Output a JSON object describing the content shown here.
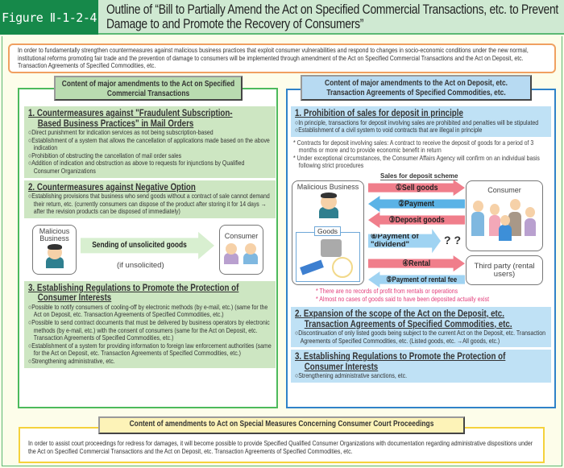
{
  "header": {
    "figure_label": "Figure Ⅱ-1-2-4",
    "title": "Outline of “Bill to Partially Amend the Act on Specified Commercial Transactions, etc. to Prevent Damage to and Promote the Recovery of Consumers”"
  },
  "intro": "In order to fundamentally strengthen countermeasures against malicious business practices that exploit consumer vulnerabilities and respond to changes in socio-economic conditions under the new normal, institutional reforms promoting fair trade and the prevention of damage to consumers will be implemented through amendment of the Act on Specified Commercial Transactions and the Act on Deposit, etc. Transaction Agreements of Specified Commodities, etc.",
  "left": {
    "label": "Content of major amendments to the Act on Specified Commercial Transactions",
    "sections": [
      {
        "heading_1": "1. Countermeasures against \"Fraudulent Subscription-",
        "heading_2": "Based Business Practices\" in Mail Orders",
        "items": [
          "○Direct punishment for indication services as not being subscription-based",
          "○Establishment of a system that allows the cancellation of applications made based on the above indication",
          "○Prohibition of obstructing the cancellation of mail order sales",
          "○Addition of indication  and obstruction as above to requests for injunctions by Qualified Consumer Organizations"
        ]
      },
      {
        "heading_1": "2. Countermeasures against Negative Option",
        "items": [
          "○Establishing provisions that business  who send goods without a contract of sale cannot demand their return, etc. (currently consumers can dispose of the product after storing it for 14 days → after the revision products can be disposed of immediately)"
        ]
      },
      {
        "heading_1": "3. Establishing Regulations to Promote the Protection of",
        "heading_2": "Consumer Interests",
        "items": [
          "○Possible to notify consumers of cooling-off  by electronic methods  (by e-mail, etc.) (same for the Act on Deposit, etc. Transaction Agreements of Specified Commodities, etc.)",
          "○Possible to send contract documents that must be delivered by business operators by electronic methods (by e-mail, etc.) with the consent of consumers (same for the Act on Deposit, etc. Transaction Agreements of Specified Commodities, etc.)",
          "○Establishment of a system for providing information to foreign law enforcement authorities (same for the Act on Deposit, etc. Transaction Agreements of Specified Commodities, etc.)",
          "○Strengthening administrative, etc."
        ]
      }
    ],
    "diagram": {
      "business": "Malicious Business",
      "consumer": "Consumer",
      "arrow": "Sending of unsolicited goods",
      "note": "(if unsolicited)"
    }
  },
  "right": {
    "label": "Content of major amendments to the Act on Deposit, etc. Transaction Agreements of Specified Commodities, etc.",
    "sections": [
      {
        "heading_1": "1. Prohibition of sales for deposit in principle",
        "items": [
          "○In principle, transactions for deposit involving sales are prohibited and penalties will be stipulated",
          "○Establishment of a civil system to void contracts that are illegal in principle"
        ]
      },
      {
        "heading_1": "2. Expansion of the scope of the Act on the Deposit, etc.",
        "heading_2": "Transaction Agreements of Specified Commodities, etc.",
        "items": [
          "○Discontinuation of only listed goods being subject to the current Act on the Deposit, etc. Transaction Agreements of Specified Commodities, etc. (Listed goods, etc. →All goods, etc.)"
        ]
      },
      {
        "heading_1": "3. Establishing Regulations to Promote the Protection of",
        "heading_2": "Consumer Interests",
        "items": [
          "○Strengthening administrative sanctions, etc."
        ]
      }
    ],
    "notes": [
      "* Contracts for deposit involving sales: A contract to receive the deposit of goods for a period of 3 months or more and to provide economic benefit in return",
      "* Under exceptional circumstances, the Consumer Affairs Agency will confirm on an individual basis following strict procedures"
    ],
    "diagram": {
      "title": "Sales for deposit scheme",
      "business": "Malicious Business",
      "goods": "Goods",
      "consumer": "Consumer",
      "third_party": "Third party (rental users)",
      "arrows": [
        "①Sell goods",
        "②Payment",
        "③Deposit goods",
        "⑥Payment of \"dividend\"",
        "④Rental",
        "⑤Payment of rental fee"
      ],
      "question": "? ?",
      "pink_notes": [
        "* There are no records of profit from rentals or operations",
        "* Almost no cases of goods said to have been deposited actually exist"
      ]
    }
  },
  "bottom": {
    "label": "Content of amendments to Act on Special Measures Concerning Consumer Court Proceedings",
    "text": "In order to assist court proceedings for redress for damages, it will become possible to provide Specified Qualified Consumer Organizations with documentation regarding administrative dispositions under the Act on Specified Commercial Transactions and the Act on Deposit, etc. Transaction Agreements of Specified Commodities, etc."
  },
  "colors": {
    "figure_green": "#16894a",
    "left_accent": "#4cba5c",
    "right_accent": "#2f82c8",
    "intro_border": "#f0a060",
    "bottom_border": "#f5d23c",
    "arrow_pink": "#f07e8b",
    "arrow_blue": "#5bb3e6"
  }
}
